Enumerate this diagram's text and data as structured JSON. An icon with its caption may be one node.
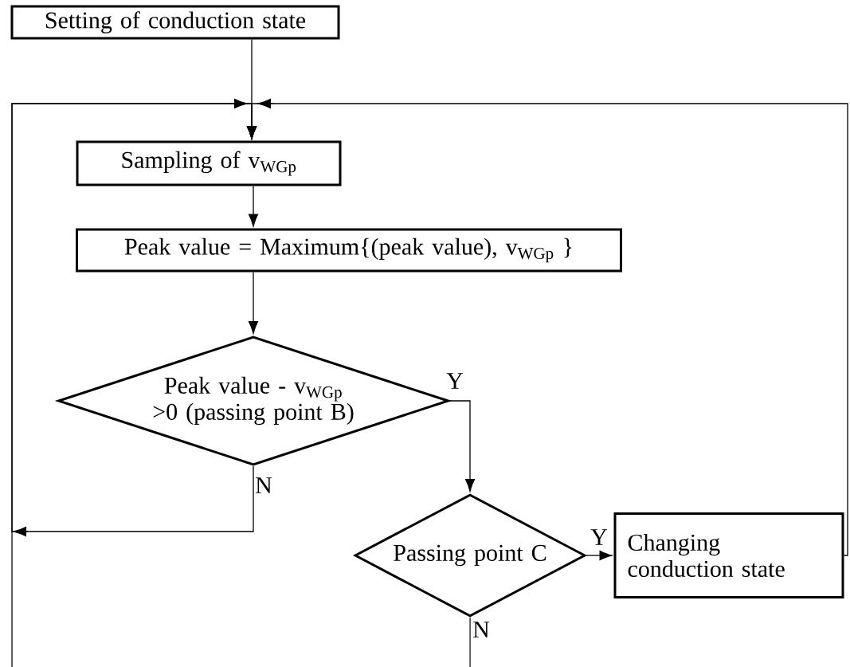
{
  "diagram": {
    "nodes": [
      {
        "text": [
          "Setting of conduction state"
        ]
      },
      {
        "text": [
          "Sampling of v$_{WGp}$"
        ]
      },
      {
        "text": [
          "Peak value = Maximum{(peak value), v$_{WGp}$ }"
        ]
      },
      {
        "text": [
          "Peak value - v$_{WGp}$ >0 (passing point B)"
        ]
      },
      {
        "text": [
          "Passing point C"
        ]
      },
      {
        "text": [
          "Changing conduction state"
        ]
      }
    ],
    "edges": [
      {
        "from": 0,
        "to": 1,
        "arrow": "to"
      },
      {
        "from": 1,
        "to": 2,
        "arrow": "to"
      },
      {
        "from": 2,
        "to": 3,
        "arrow": "to"
      },
      {
        "from": 3,
        "to": 4,
        "arrow": "to",
        "label": "Y"
      },
      {
        "from": 3,
        "to": 1,
        "arrow": "to",
        "label": "N"
      },
      {
        "from": 4,
        "to": null,
        "arrow": "none",
        "label": "N"
      },
      {
        "from": null,
        "to": 1,
        "arrow": "to"
      },
      {
        "from": 4,
        "to": 5,
        "arrow": "to",
        "label": "Y"
      },
      {
        "from": 5,
        "to": 1,
        "arrow": "to"
      }
    ]
  }
}
